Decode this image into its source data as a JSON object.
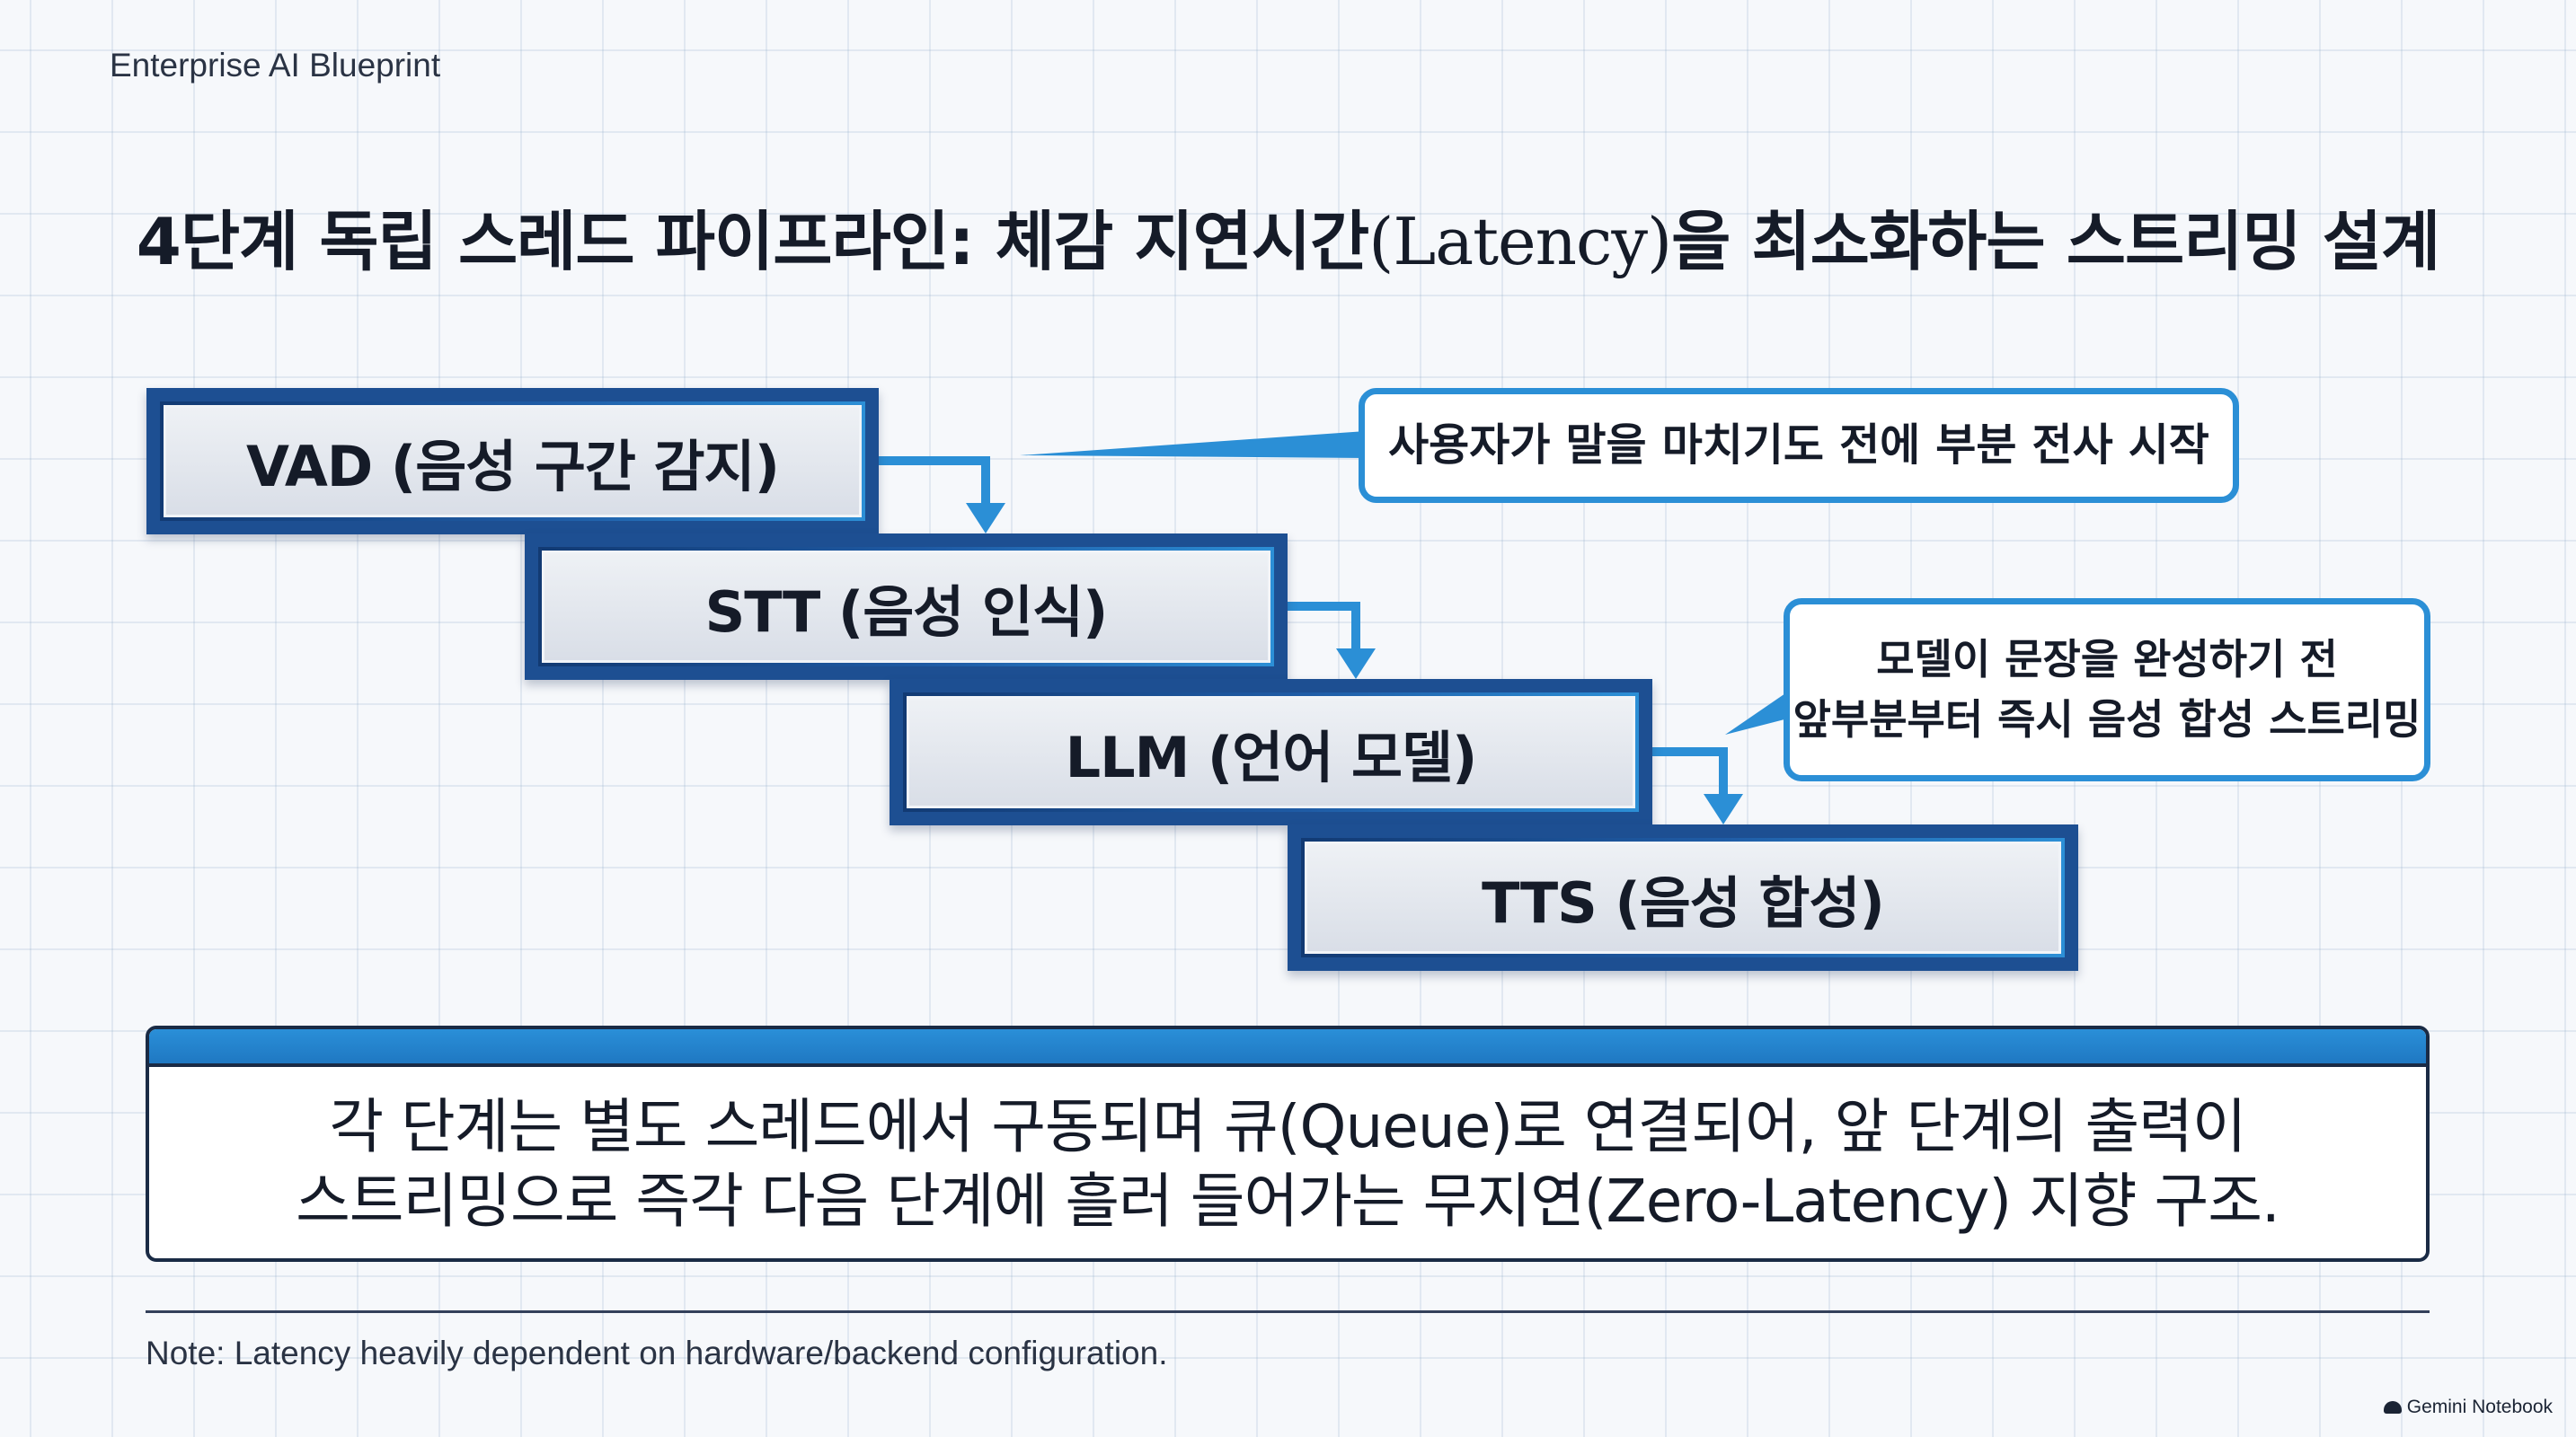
{
  "header": {
    "brand": "Enterprise AI Blueprint"
  },
  "title": {
    "prefix": "4단계 독립 스레드 파이프라인: 체감 지연시간",
    "latin": "(Latency)",
    "suffix": "을 최소화하는 스트리밍 설계"
  },
  "pipeline": {
    "stages": [
      {
        "label": "VAD (음성 구간 감지)"
      },
      {
        "label": "STT (음성 인식)"
      },
      {
        "label": "LLM (언어 모델)"
      },
      {
        "label": "TTS (음성 합성)"
      }
    ]
  },
  "callouts": {
    "top": {
      "text": "사용자가 말을 마치기도 전에 부분 전사 시작"
    },
    "mid": {
      "line1": "모델이 문장을 완성하기 전",
      "line2": "앞부분부터 즉시 음성 합성 스트리밍"
    }
  },
  "summary": {
    "line1": "각 단계는 별도 스레드에서 구동되며 큐(Queue)로 연결되어, 앞 단계의 출력이",
    "line2": "스트리밍으로 즉각 다음 단계에 흘러 들어가는 무지연(Zero-Latency) 지향 구조."
  },
  "footer": {
    "note": "Note: Latency heavily dependent on hardware/backend configuration.",
    "watermark": "Gemini Notebook"
  },
  "colors": {
    "accent_blue": "#2b8fd6",
    "stage_border": "#1d4f92",
    "stage_fill": "#dde2ea",
    "text": "#151b28"
  }
}
